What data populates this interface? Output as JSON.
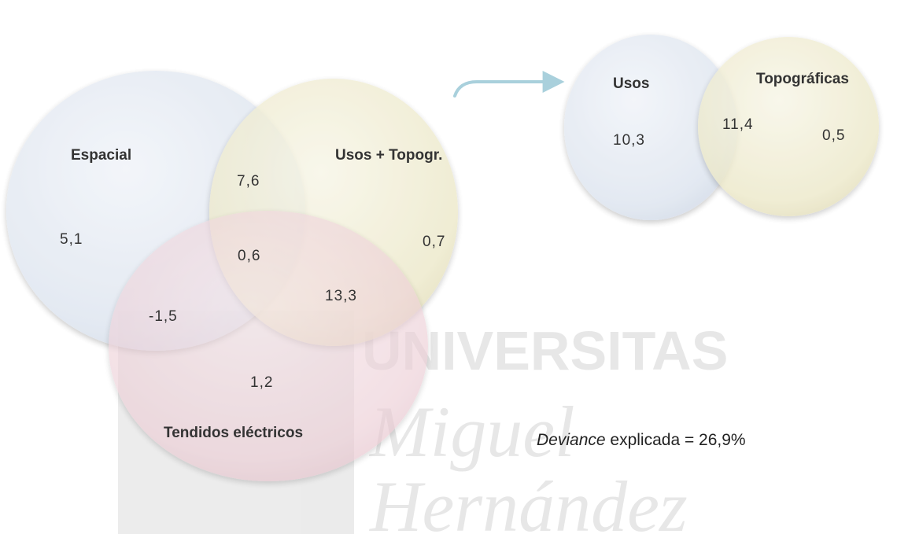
{
  "watermark": {
    "line1": "UNIVERSITAS",
    "line2": "Miguel",
    "line3": "Hernández"
  },
  "venn_main": {
    "sets": {
      "espacial": "Espacial",
      "usos_topogr": "Usos + Topogr.",
      "tendidos": "Tendidos eléctricos"
    },
    "regions": {
      "espacial_only": "5,1",
      "usos_topogr_only": "0,7",
      "tendidos_only": "1,2",
      "espacial_usos_topogr": "7,6",
      "espacial_tendidos": "-1,5",
      "usos_topogr_tendidos": "13,3",
      "all_three": "0,6"
    },
    "colors": {
      "espacial": "#dfe6f0",
      "usos_topogr": "#ece8c8",
      "tendidos": "#eccdd5"
    }
  },
  "venn_detail": {
    "sets": {
      "usos": "Usos",
      "topograficas": "Topográficas"
    },
    "regions": {
      "usos_only": "10,3",
      "intersection": "11,4",
      "topograficas_only": "0,5"
    },
    "colors": {
      "usos": "#dfe6f0",
      "topograficas": "#ece8c8"
    }
  },
  "arrow_color": "#a9d0dc",
  "caption": {
    "italic": "Deviance",
    "rest": " explicada = 26,9%"
  }
}
